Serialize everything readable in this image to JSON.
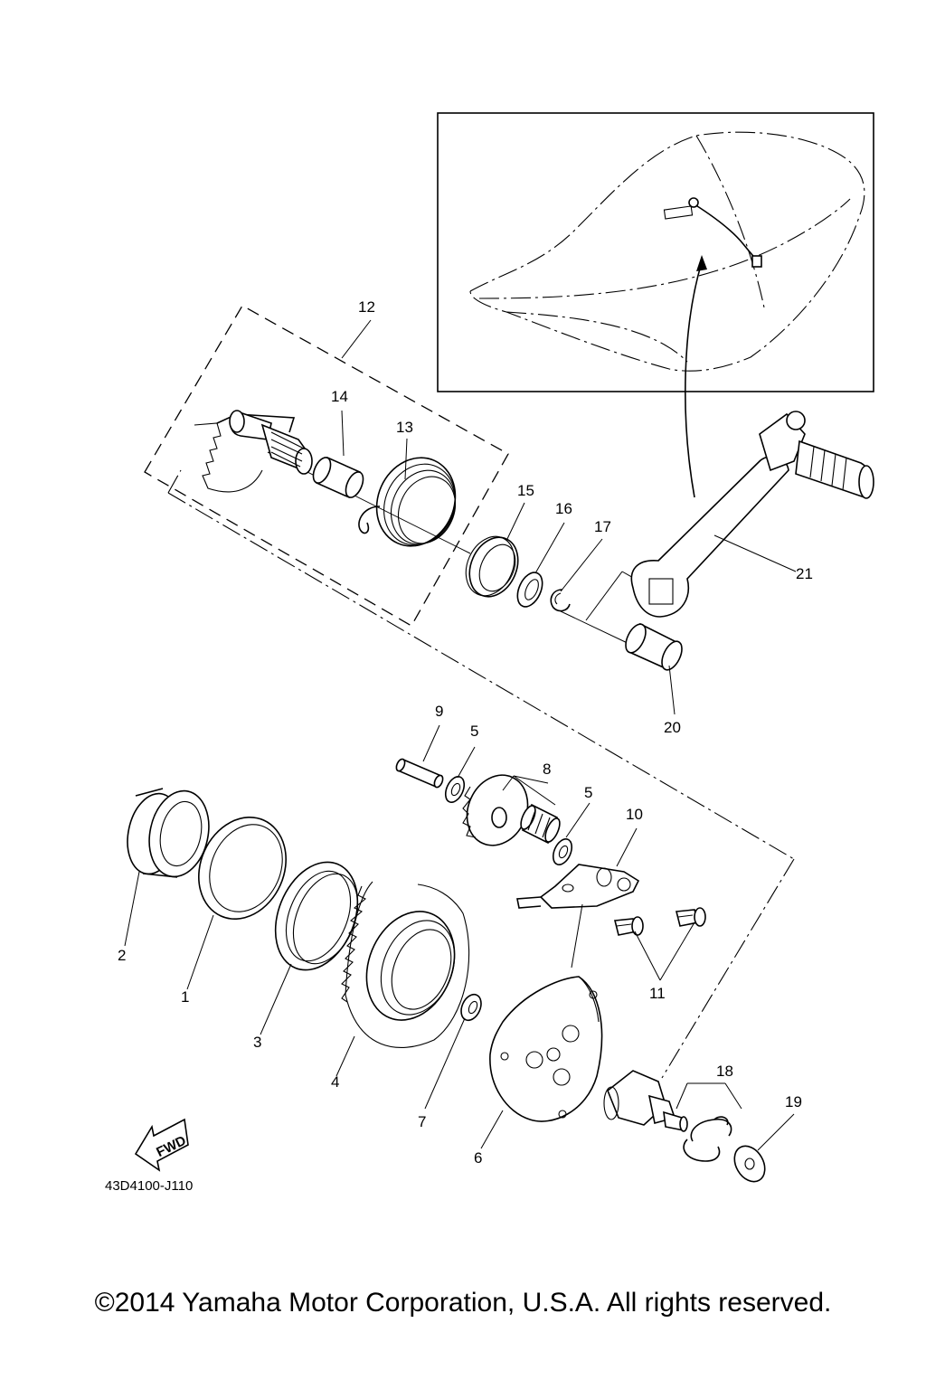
{
  "part_labels": {
    "p1": "1",
    "p2": "2",
    "p3": "3",
    "p4": "4",
    "p5a": "5",
    "p5b": "5",
    "p6": "6",
    "p7": "7",
    "p8": "8",
    "p9": "9",
    "p10": "10",
    "p11": "11",
    "p12": "12",
    "p13": "13",
    "p14": "14",
    "p15": "15",
    "p16": "16",
    "p17": "17",
    "p18": "18",
    "p19": "19",
    "p20": "20",
    "p21": "21"
  },
  "fwd_label": "FWD",
  "diagram_code": "43D4100-J110",
  "copyright": "©2014 Yamaha Motor Corporation, U.S.A. All rights reserved."
}
